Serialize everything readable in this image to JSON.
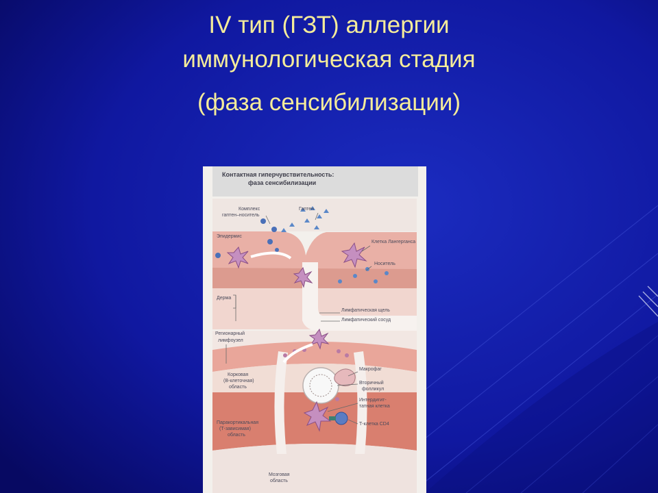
{
  "slide": {
    "title_line1": "IV тип (ГЗТ) аллергии",
    "title_line2": "иммунологическая стадия",
    "title_line3": "(фаза сенсибилизации)"
  },
  "figure": {
    "header_line1": "Контактная гиперчувствительность:",
    "header_line2": "фаза сенсибилизации",
    "labels": {
      "complex_1": "Комплекс",
      "complex_2": "гаптен–носитель",
      "hapten": "Гаптен",
      "epidermis": "Эпидермис",
      "langerhans": "Клетка Лангерганса",
      "carrier": "Носитель",
      "dermis": "Дерма",
      "lymph_slit": "Лимфатическая щель",
      "lymph_vessel": "Лимфатический сосуд",
      "node_1": "Регионарный",
      "node_2": "лимфоузел",
      "cortex_1": "Корковая",
      "cortex_2": "(В-клеточная)",
      "cortex_3": "область",
      "macrophage": "Макрофаг",
      "follicle_1": "Вторичный",
      "follicle_2": "фолликул",
      "interdig_1": "Интердигит-",
      "interdig_2": "татная клетка",
      "tcell": "Т-клетка CD4",
      "paracortex_1": "Паракортикальная",
      "paracortex_2": "(Т-зависимая)",
      "paracortex_3": "область",
      "medulla_1": "Мозговая",
      "medulla_2": "область"
    }
  }
}
